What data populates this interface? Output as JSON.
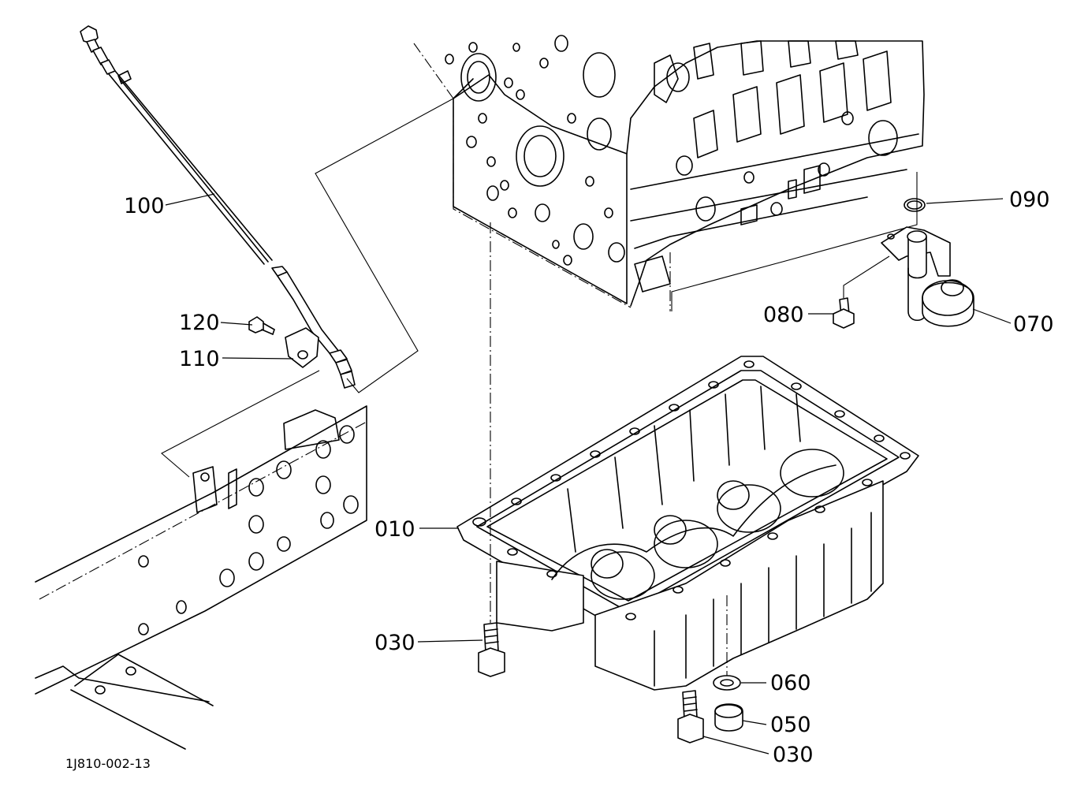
{
  "drawing_code": "1J810-002-13",
  "parts": [
    {
      "id": "p100",
      "number": "100"
    },
    {
      "id": "p120",
      "number": "120"
    },
    {
      "id": "p110",
      "number": "110"
    },
    {
      "id": "p090",
      "number": "090"
    },
    {
      "id": "p080",
      "number": "080"
    },
    {
      "id": "p070",
      "number": "070"
    },
    {
      "id": "p010",
      "number": "010"
    },
    {
      "id": "p030a",
      "number": "030"
    },
    {
      "id": "p060",
      "number": "060"
    },
    {
      "id": "p050",
      "number": "050"
    },
    {
      "id": "p030b",
      "number": "030"
    }
  ]
}
